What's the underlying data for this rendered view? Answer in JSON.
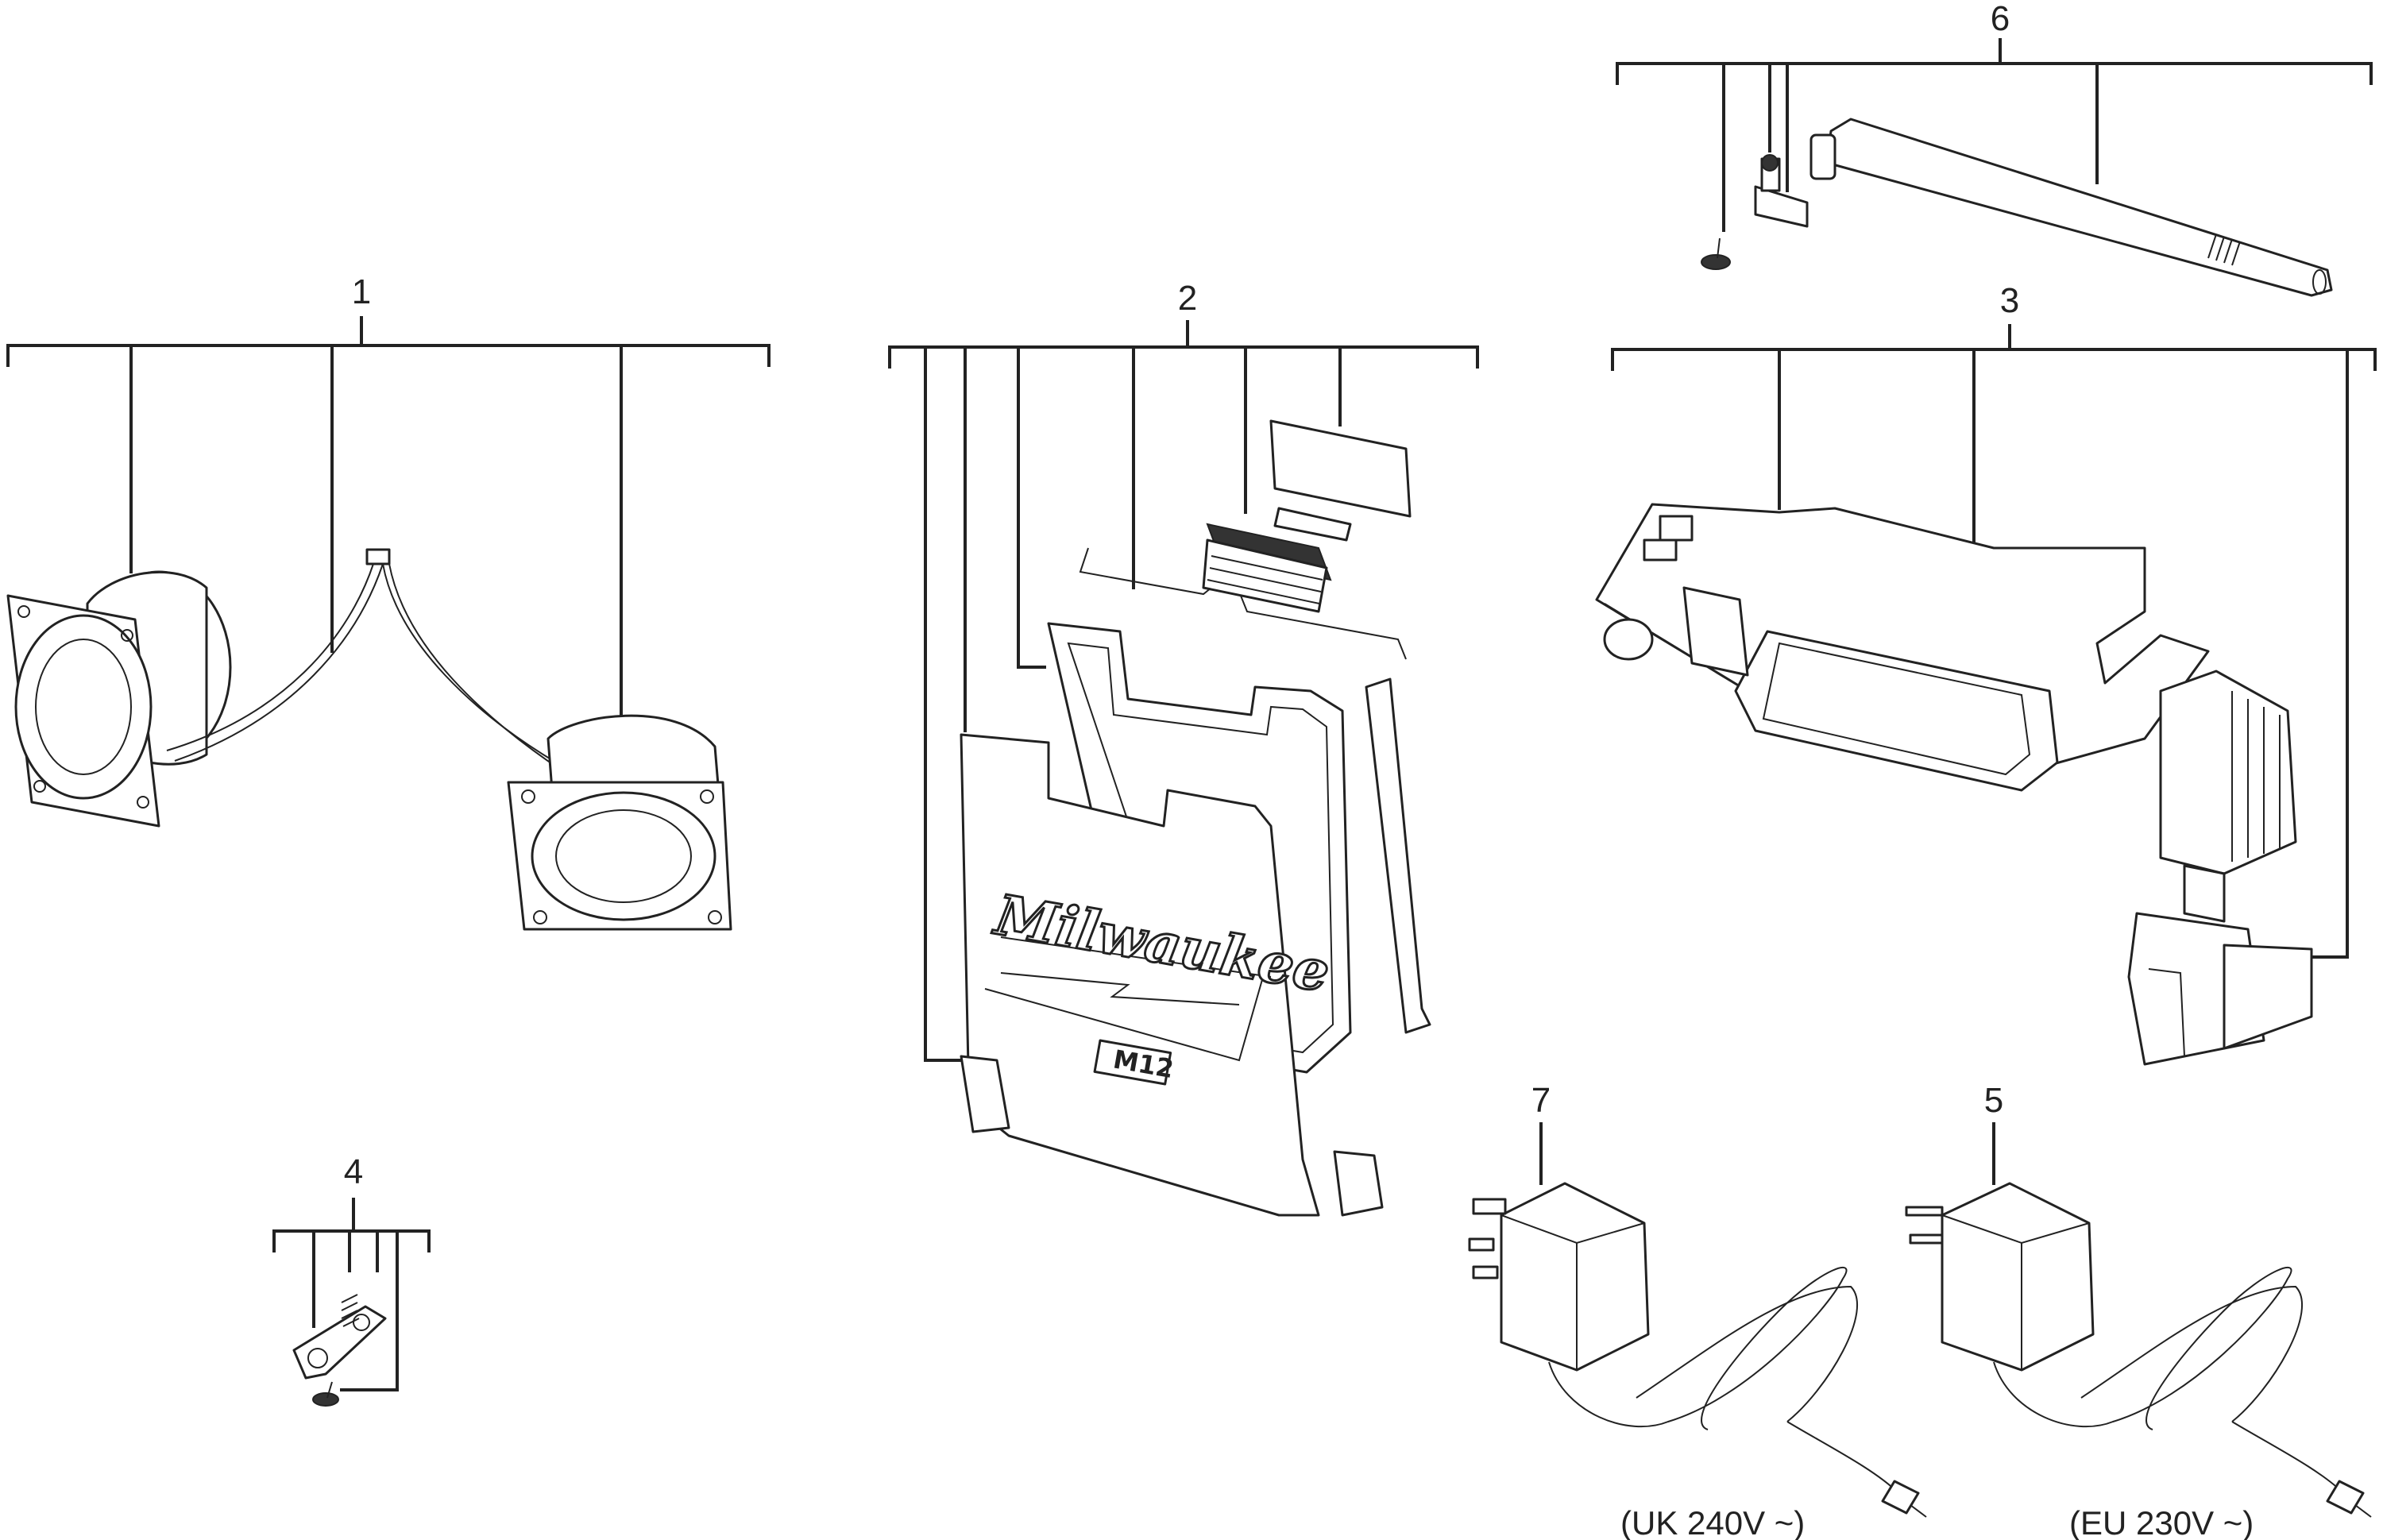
{
  "diagram": {
    "callouts": [
      {
        "id": "1",
        "label": "1"
      },
      {
        "id": "2",
        "label": "2"
      },
      {
        "id": "3",
        "label": "3"
      },
      {
        "id": "4",
        "label": "4"
      },
      {
        "id": "5",
        "label": "5"
      },
      {
        "id": "6",
        "label": "6"
      },
      {
        "id": "7",
        "label": "7"
      }
    ],
    "captions": {
      "uk_adapter": "(UK 240V ~)",
      "eu_adapter": "(EU 230V ~)"
    },
    "panel_text": {
      "brand": "Milwaukee",
      "badge": "M12"
    }
  }
}
